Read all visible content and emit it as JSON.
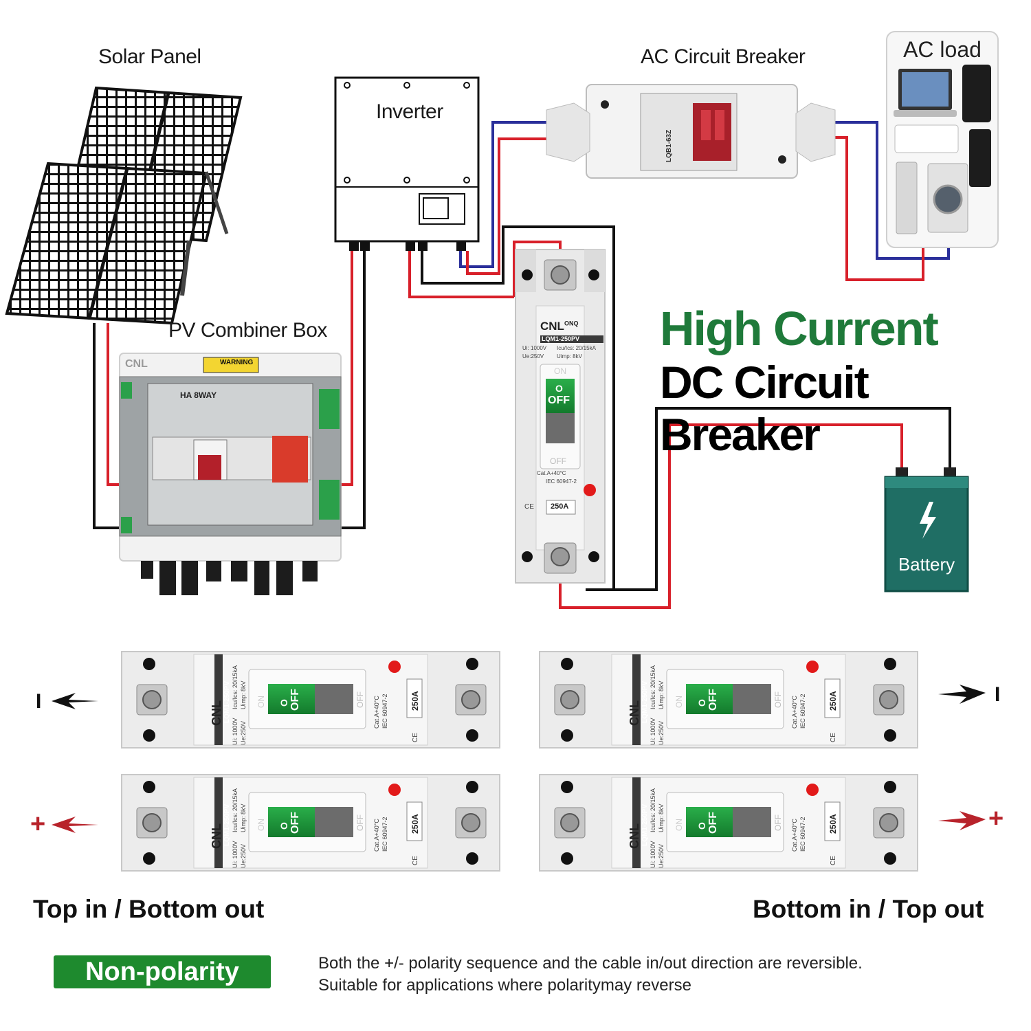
{
  "labels": {
    "solar_panel": "Solar Panel",
    "inverter": "Inverter",
    "ac_breaker": "AC Circuit Breaker",
    "ac_load": "AC load",
    "pv_combiner": "PV Combiner Box",
    "battery": "Battery"
  },
  "headline": {
    "line1": "High Current",
    "line2": "DC Circuit Breaker"
  },
  "breaker": {
    "brand": "CNL",
    "brand_sup": "ONQ",
    "brand_com": "com",
    "model": "LQM1-250PV",
    "ui": "Ui: 1000V",
    "icu": "Icu/Ics: 20/15kA",
    "ue": "Ue:250V",
    "uimp": "Uimp: 8kV",
    "on": "ON",
    "off_o": "O",
    "off": "OFF",
    "off_bottom": "OFF",
    "cat": "Cat.A+40°C",
    "iec": "IEC 60947-2",
    "rating": "250A",
    "ce": "CE"
  },
  "combiner": {
    "warning": "WARNING",
    "tag": "HA 8WAY",
    "brand": "CNL"
  },
  "ac_breaker_device": {
    "model": "LQB1-63Z"
  },
  "arrows": {
    "neg": "I",
    "pos": "+"
  },
  "captions": {
    "left": "Top in / Bottom out",
    "right": "Bottom in / Top out"
  },
  "badge": "Non-polarity",
  "note": {
    "line1": "Both the +/- polarity sequence and the cable in/out direction are reversible.",
    "line2": "Suitable for applications where polaritymay reverse"
  },
  "colors": {
    "wire_red": "#d8202a",
    "wire_blue": "#2a2f9a",
    "wire_black": "#111111",
    "headline_green": "#1f7a3a",
    "switch_green": "#1e9b3c",
    "battery_teal": "#1f6e64",
    "badge_green": "#1e8a2e"
  }
}
